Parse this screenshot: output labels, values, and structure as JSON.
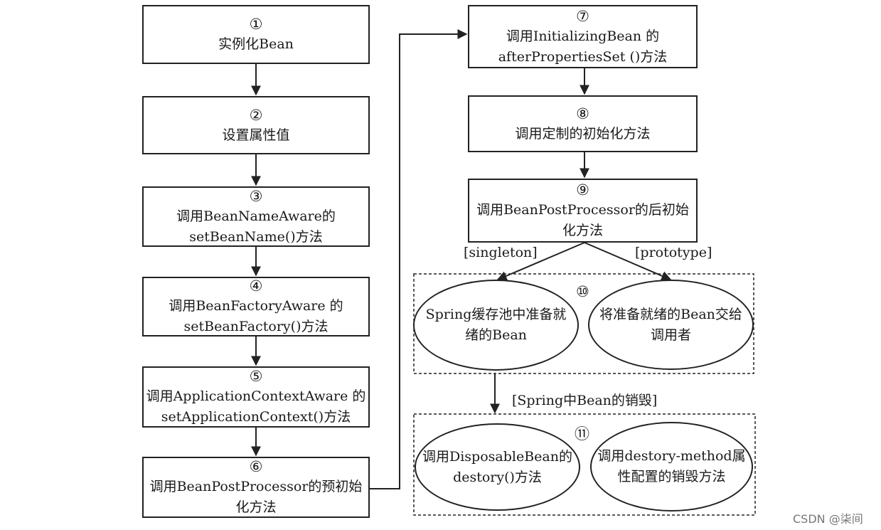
{
  "steps": [
    {
      "num": "①",
      "text": "实例化Bean"
    },
    {
      "num": "②",
      "text": "设置属性值"
    },
    {
      "num": "③",
      "text": "调用BeanNameAware的\nsetBeanName()方法"
    },
    {
      "num": "④",
      "text": "调用BeanFactoryAware 的\nsetBeanFactory()方法"
    },
    {
      "num": "⑤",
      "text": "调用ApplicationContextAware 的\nsetApplicationContext()方法"
    },
    {
      "num": "⑥",
      "text": "调用BeanPostProcessor的预初始\n化方法"
    },
    {
      "num": "⑦",
      "text": "调用InitializingBean 的\nafterPropertiesSet ()方法"
    },
    {
      "num": "⑧",
      "text": "调用定制的初始化方法"
    },
    {
      "num": "⑨",
      "text": "调用BeanPostProcessor的后初始\n化方法"
    }
  ],
  "branch_labels": {
    "singleton": "[singleton]",
    "prototype": "[prototype]"
  },
  "group10": {
    "num": "⑩",
    "left": "Spring缓存池中准备就\n绪的Bean",
    "right": "将准备就绪的Bean交给\n调用者"
  },
  "destroy_label": "[Spring中Bean的销毁]",
  "group11": {
    "num": "⑪",
    "left": "调用DisposableBean的\ndestory()方法",
    "right": "调用destory-method属\n性配置的销毁方法"
  },
  "watermark": "CSDN @柒间"
}
